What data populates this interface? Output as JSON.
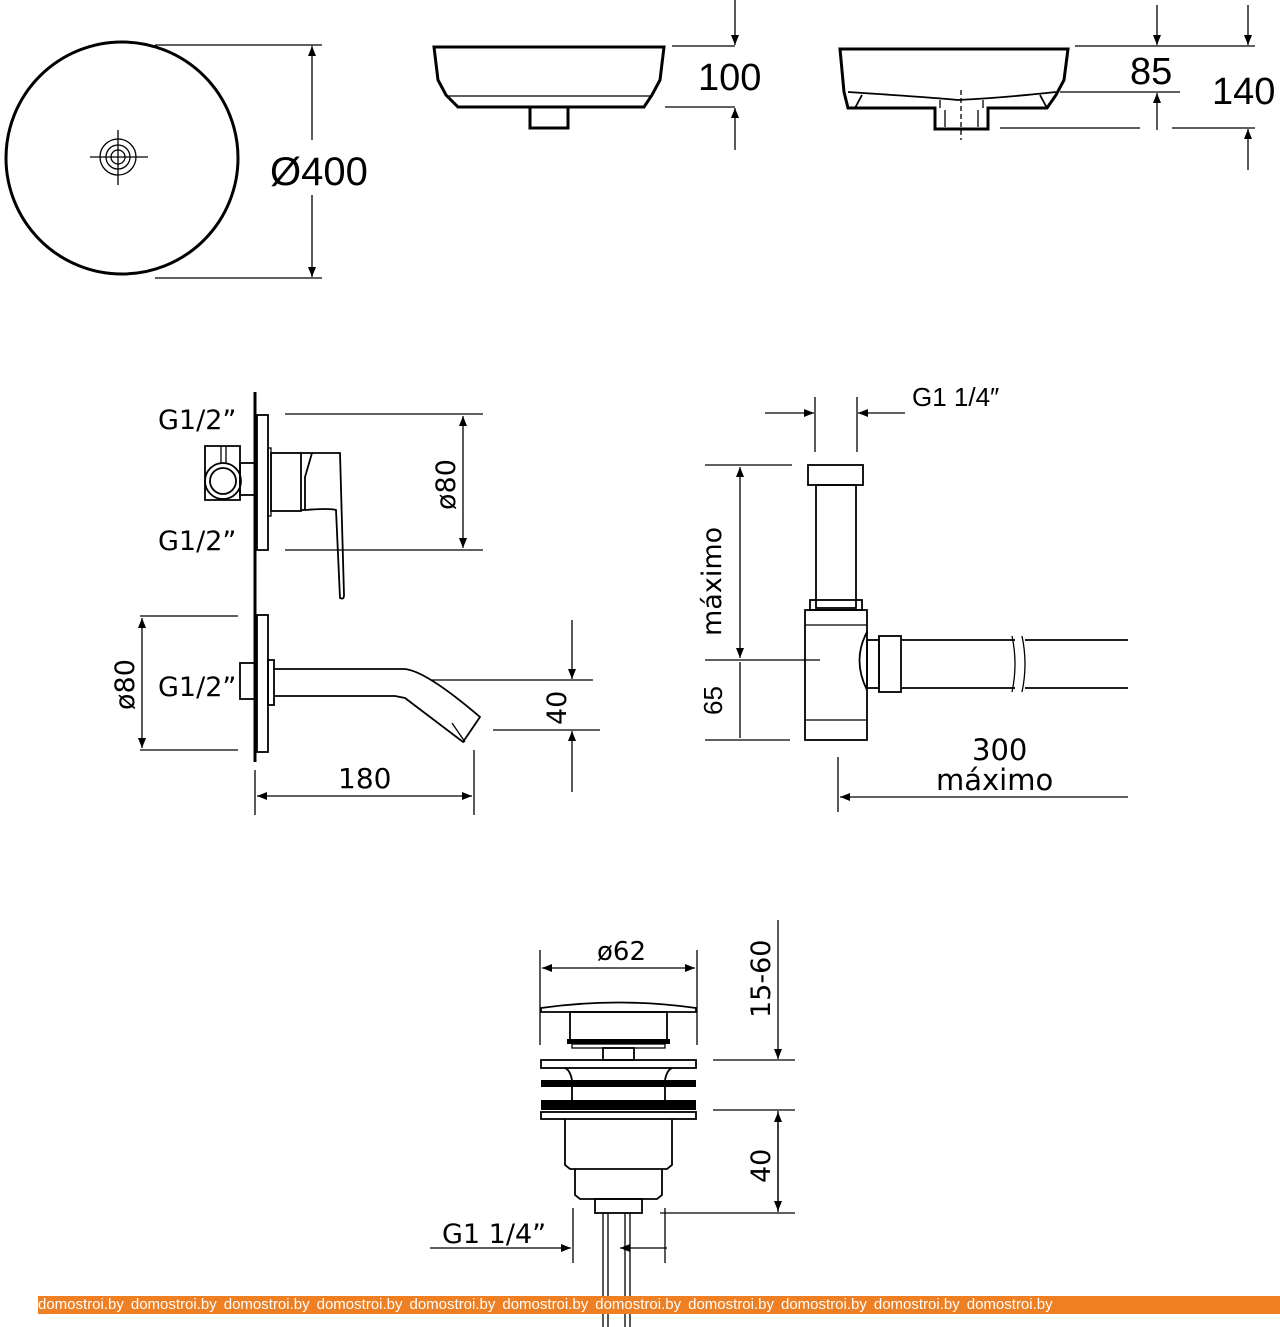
{
  "basin": {
    "diameter": "Ø400",
    "height_side": "100",
    "height_inner": "85",
    "height_total": "140"
  },
  "mixer": {
    "thread_top": "G1/2”",
    "thread_mid": "G1/2”",
    "thread_spout": "G1/2”",
    "plate_top_diameter": "ø80",
    "plate_bottom_diameter": "ø80",
    "spout_drop": "40",
    "spout_length": "180"
  },
  "siphon": {
    "thread": "G1 1/4″",
    "height_label": "máximo",
    "height_bottom": "65",
    "length_value": "300",
    "length_label": "máximo"
  },
  "drain": {
    "diameter": "ø62",
    "adjust_range": "15-60",
    "body_height": "40",
    "thread": "G1 1/4”"
  },
  "watermark": {
    "text": "domostroi.by",
    "repeat": 11,
    "color": "#ee7f22"
  }
}
